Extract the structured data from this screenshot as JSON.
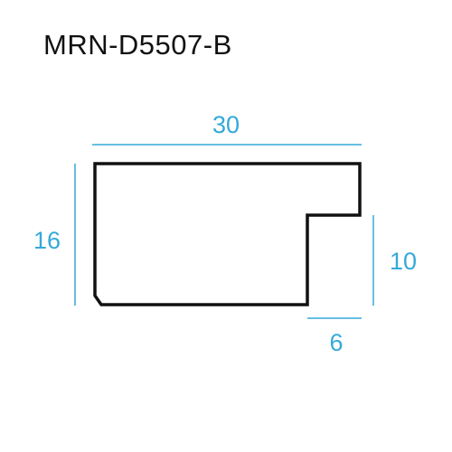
{
  "title": "MRN-D5507-B",
  "dimensions": {
    "width": "30",
    "height": "16",
    "rebate_height": "10",
    "rebate_width": "6"
  },
  "colors": {
    "dimension": "#35a9d8",
    "outline": "#111111"
  }
}
